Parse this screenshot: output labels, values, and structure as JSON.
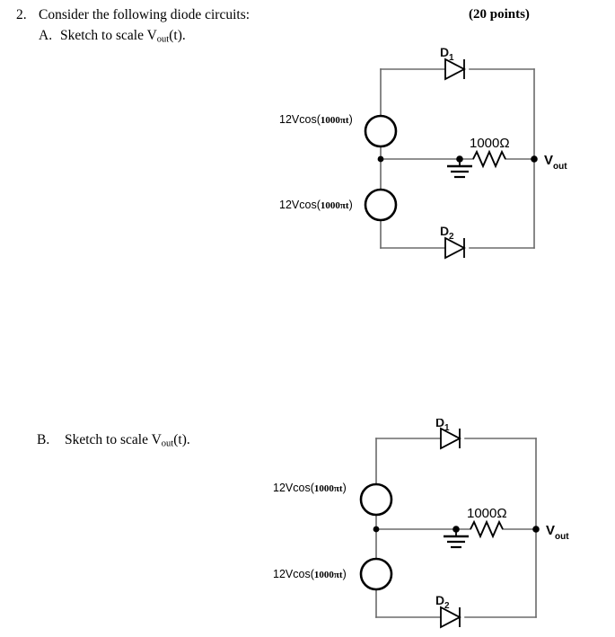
{
  "document": {
    "question_number": "2.",
    "question_text": "Consider the following diode circuits:",
    "points_label": "(20 points)"
  },
  "parts": [
    {
      "letter": "A.",
      "prompt_prefix": "Sketch to scale V",
      "prompt_subscript": "out",
      "prompt_suffix": "(t)."
    },
    {
      "letter": "B.",
      "prompt_prefix": "Sketch to scale V",
      "prompt_subscript": "out",
      "prompt_suffix": "(t)."
    }
  ],
  "circuits": [
    {
      "name": "circuit-a",
      "source_top_label_main": "12Vcos(",
      "source_top_label_arg": "1000πt",
      "source_top_label_end": ")",
      "source_bottom_label_main": "12Vcos(",
      "source_bottom_label_arg": "1000πt",
      "source_bottom_label_end": ")",
      "diode_top_label": "D",
      "diode_top_subscript": "1",
      "diode_bottom_label": "D",
      "diode_bottom_subscript": "2",
      "resistor_label": "1000Ω",
      "output_label": "V",
      "output_subscript": "out",
      "ground_name": "ground-symbol"
    },
    {
      "name": "circuit-b",
      "source_top_label_main": "12Vcos(",
      "source_top_label_arg": "1000πt",
      "source_top_label_end": ")",
      "source_bottom_label_main": "12Vcos(",
      "source_bottom_label_arg": "1000πt",
      "source_bottom_label_end": ")",
      "diode_top_label": "D",
      "diode_top_subscript": "1",
      "diode_bottom_label": "D",
      "diode_bottom_subscript": "2",
      "resistor_label": "1000Ω",
      "output_label": "V",
      "output_subscript": "out",
      "ground_name": "ground-symbol"
    }
  ],
  "colors": {
    "wire": "#6b6b6b",
    "component": "#000000",
    "diode_label": "#1a1a1a",
    "text": "#000000",
    "background": "#ffffff"
  }
}
